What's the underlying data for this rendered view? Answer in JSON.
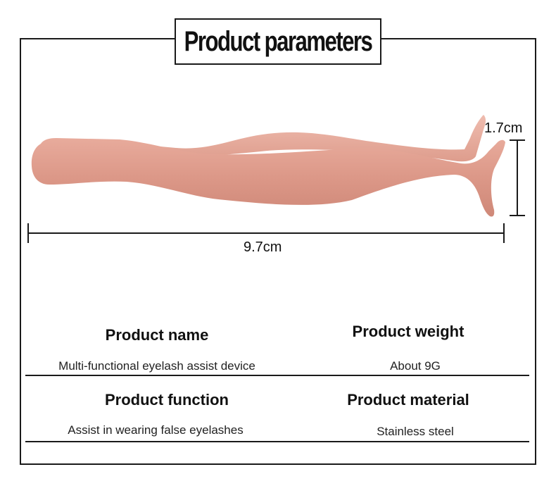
{
  "title": "Product parameters",
  "dimensions": {
    "width": "9.7cm",
    "height": "1.7cm"
  },
  "product_color": "#e0a092",
  "specs": [
    {
      "label": "Product name",
      "value": "Multi-functional eyelash assist device"
    },
    {
      "label": "Product weight",
      "value": "About 9G"
    },
    {
      "label": "Product function",
      "value": "Assist in wearing false eyelashes"
    },
    {
      "label": "Product material",
      "value": "Stainless steel"
    }
  ]
}
